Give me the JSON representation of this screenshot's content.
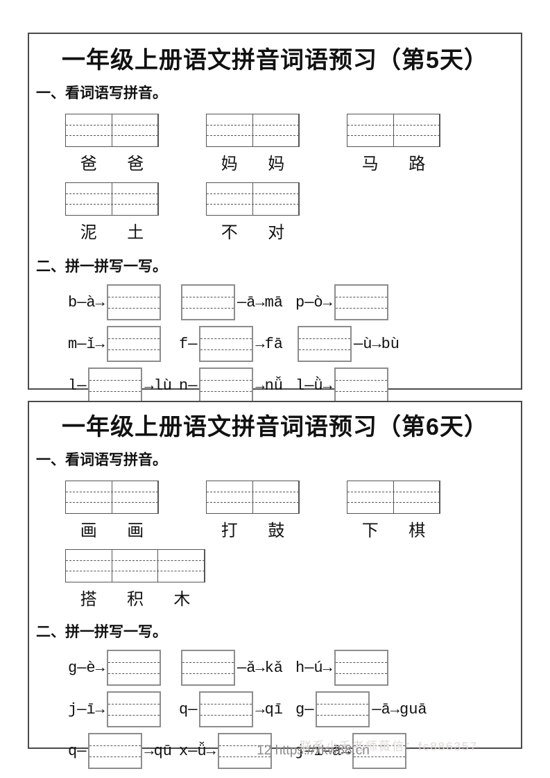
{
  "colors": {
    "frame_border": "#4a4a4a",
    "grid_border": "#555555",
    "answer_box_border": "#8c8c8c",
    "footer_text": "#8a8a8a"
  },
  "pages": [
    {
      "title": "一年级上册语文拼音词语预习（第5天）",
      "sec1": "一、看词语写拼音。",
      "sec2": "二、拼一拼写一写。",
      "word_rows": [
        [
          {
            "chars": [
              "爸",
              "爸"
            ]
          },
          {
            "chars": [
              "妈",
              "妈"
            ]
          },
          {
            "chars": [
              "马",
              "路"
            ]
          }
        ],
        [
          {
            "chars": [
              "泥",
              "土"
            ]
          },
          {
            "chars": [
              "不",
              "对"
            ]
          }
        ]
      ],
      "ex_rows": [
        [
          {
            "pre": "b—à→",
            "post": ""
          },
          {
            "pre": "",
            "post": "—ā→mā"
          },
          {
            "pre": "p—ò→",
            "post": ""
          }
        ],
        [
          {
            "pre": "m—ǐ→",
            "post": ""
          },
          {
            "pre": "f—",
            "post": "→fā"
          },
          {
            "pre": "",
            "post": "—ù→bù"
          }
        ],
        [
          {
            "pre": "l—",
            "post": "→lù"
          },
          {
            "pre": "n—",
            "post": "→nǚ"
          },
          {
            "pre": "l—ǜ→",
            "post": ""
          }
        ]
      ]
    },
    {
      "title": "一年级上册语文拼音词语预习（第6天）",
      "sec1": "一、看词语写拼音。",
      "sec2": "二、拼一拼写一写。",
      "word_rows": [
        [
          {
            "chars": [
              "画",
              "画"
            ]
          },
          {
            "chars": [
              "打",
              "鼓"
            ]
          },
          {
            "chars": [
              "下",
              "棋"
            ]
          }
        ],
        [
          {
            "chars": [
              "搭",
              "积",
              "木"
            ]
          }
        ]
      ],
      "ex_rows": [
        [
          {
            "pre": "g—è→",
            "post": ""
          },
          {
            "pre": "",
            "post": "—ǎ→kǎ"
          },
          {
            "pre": "h—ú→",
            "post": ""
          }
        ],
        [
          {
            "pre": "j—ī→",
            "post": ""
          },
          {
            "pre": "q—",
            "post": "→qī"
          },
          {
            "pre": "g—",
            "post": "—ā→guā"
          }
        ],
        [
          {
            "pre": "q—",
            "post": "→qū"
          },
          {
            "pre": "x—ǚ→",
            "post": ""
          },
          {
            "pre": "j—i—ā→",
            "post": ""
          }
        ]
      ]
    }
  ],
  "footer": {
    "text": "12 https://xkw88.cn",
    "watermark": "联系小禾老师薇信：fc886357"
  }
}
